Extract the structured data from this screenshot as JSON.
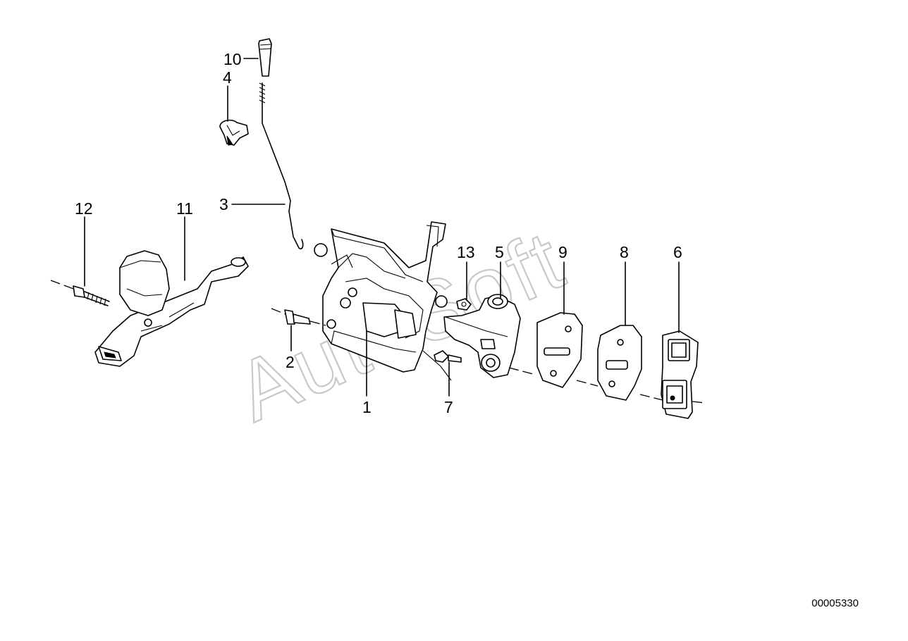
{
  "diagram": {
    "watermark": "AutoSoft",
    "image_code": "00005330",
    "callouts": [
      {
        "id": "1",
        "label": "1"
      },
      {
        "id": "2",
        "label": "2"
      },
      {
        "id": "3",
        "label": "3"
      },
      {
        "id": "4",
        "label": "4"
      },
      {
        "id": "5",
        "label": "5"
      },
      {
        "id": "6",
        "label": "6"
      },
      {
        "id": "7",
        "label": "7"
      },
      {
        "id": "8",
        "label": "8"
      },
      {
        "id": "9",
        "label": "9"
      },
      {
        "id": "10",
        "label": "10"
      },
      {
        "id": "11",
        "label": "11"
      },
      {
        "id": "12",
        "label": "12"
      },
      {
        "id": "13",
        "label": "13"
      }
    ]
  }
}
